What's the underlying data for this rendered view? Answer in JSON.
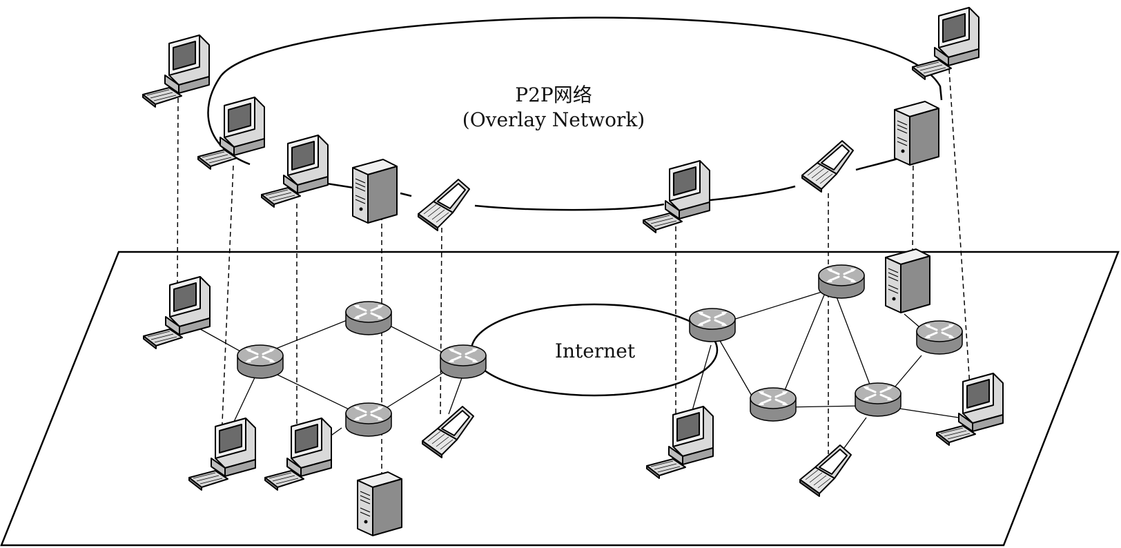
{
  "overlay": {
    "title": "P2P网络",
    "subtitle": "(Overlay Network)"
  },
  "internet": {
    "label": "Internet"
  },
  "icons": {
    "desktop": "desktop-computer-icon",
    "laptop": "laptop-icon",
    "server": "server-tower-icon",
    "router": "router-icon"
  },
  "colors": {
    "stroke": "#000000",
    "device_fill": "#d9d9d9",
    "device_dark": "#6b6b6b",
    "router_top": "#b3b3b3",
    "router_side": "#8c8c8c"
  }
}
